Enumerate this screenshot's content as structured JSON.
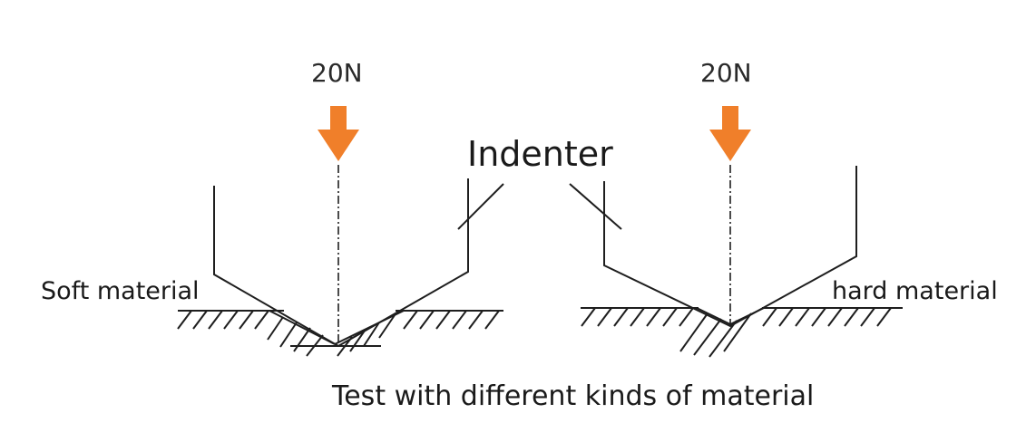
{
  "labels": {
    "force_left": "20N",
    "force_right": "20N",
    "indenter": "Indenter",
    "soft_material": "Soft material",
    "hard_material": "hard material",
    "caption": "Test with different kinds of material"
  },
  "colors": {
    "arrow": "#f07f2a",
    "line": "#1e1e1e",
    "background": "#ffffff"
  }
}
